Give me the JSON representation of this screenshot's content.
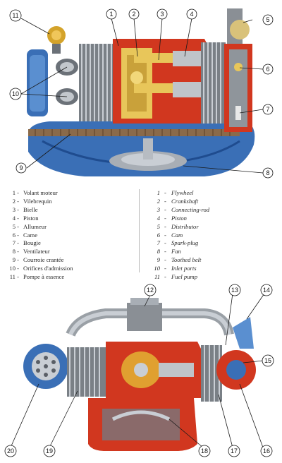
{
  "top_callouts": [
    "1",
    "2",
    "3",
    "4",
    "5",
    "6",
    "7",
    "8",
    "9",
    "10",
    "11"
  ],
  "bottom_callouts": [
    "12",
    "13",
    "14",
    "15",
    "16",
    "17",
    "18",
    "19",
    "20"
  ],
  "legend": {
    "french": [
      {
        "num": "1 -",
        "label": "Volant moteur"
      },
      {
        "num": "2 -",
        "label": "Vilebrequin"
      },
      {
        "num": "3 -",
        "label": "Bielle"
      },
      {
        "num": "4 -",
        "label": "Piston"
      },
      {
        "num": "5 -",
        "label": "Allumeur"
      },
      {
        "num": "6 -",
        "label": "Came"
      },
      {
        "num": "7 -",
        "label": "Bougie"
      },
      {
        "num": "8 -",
        "label": "Ventilateur"
      },
      {
        "num": "9 -",
        "label": "Courroie crantée"
      },
      {
        "num": "10 -",
        "label": "Orifices d'admission"
      },
      {
        "num": "11 -",
        "label": "Pompe à essence"
      }
    ],
    "english": [
      {
        "num": "1",
        "label": "Flywheel"
      },
      {
        "num": "2",
        "label": "Crankshaft"
      },
      {
        "num": "3",
        "label": "Connecting-rod"
      },
      {
        "num": "4",
        "label": "Piston"
      },
      {
        "num": "5",
        "label": "Distributor"
      },
      {
        "num": "6",
        "label": "Cam"
      },
      {
        "num": "7",
        "label": "Spark-plug"
      },
      {
        "num": "8",
        "label": "Fan"
      },
      {
        "num": "9",
        "label": "Toothed belt"
      },
      {
        "num": "10",
        "label": "Inlet ports"
      },
      {
        "num": "11",
        "label": "Fuel pump"
      }
    ]
  },
  "colors": {
    "engine_blue": "#3a6fb6",
    "section_red": "#d1371f",
    "metal_grey": "#9aa0a6",
    "brass": "#d4a32a"
  }
}
